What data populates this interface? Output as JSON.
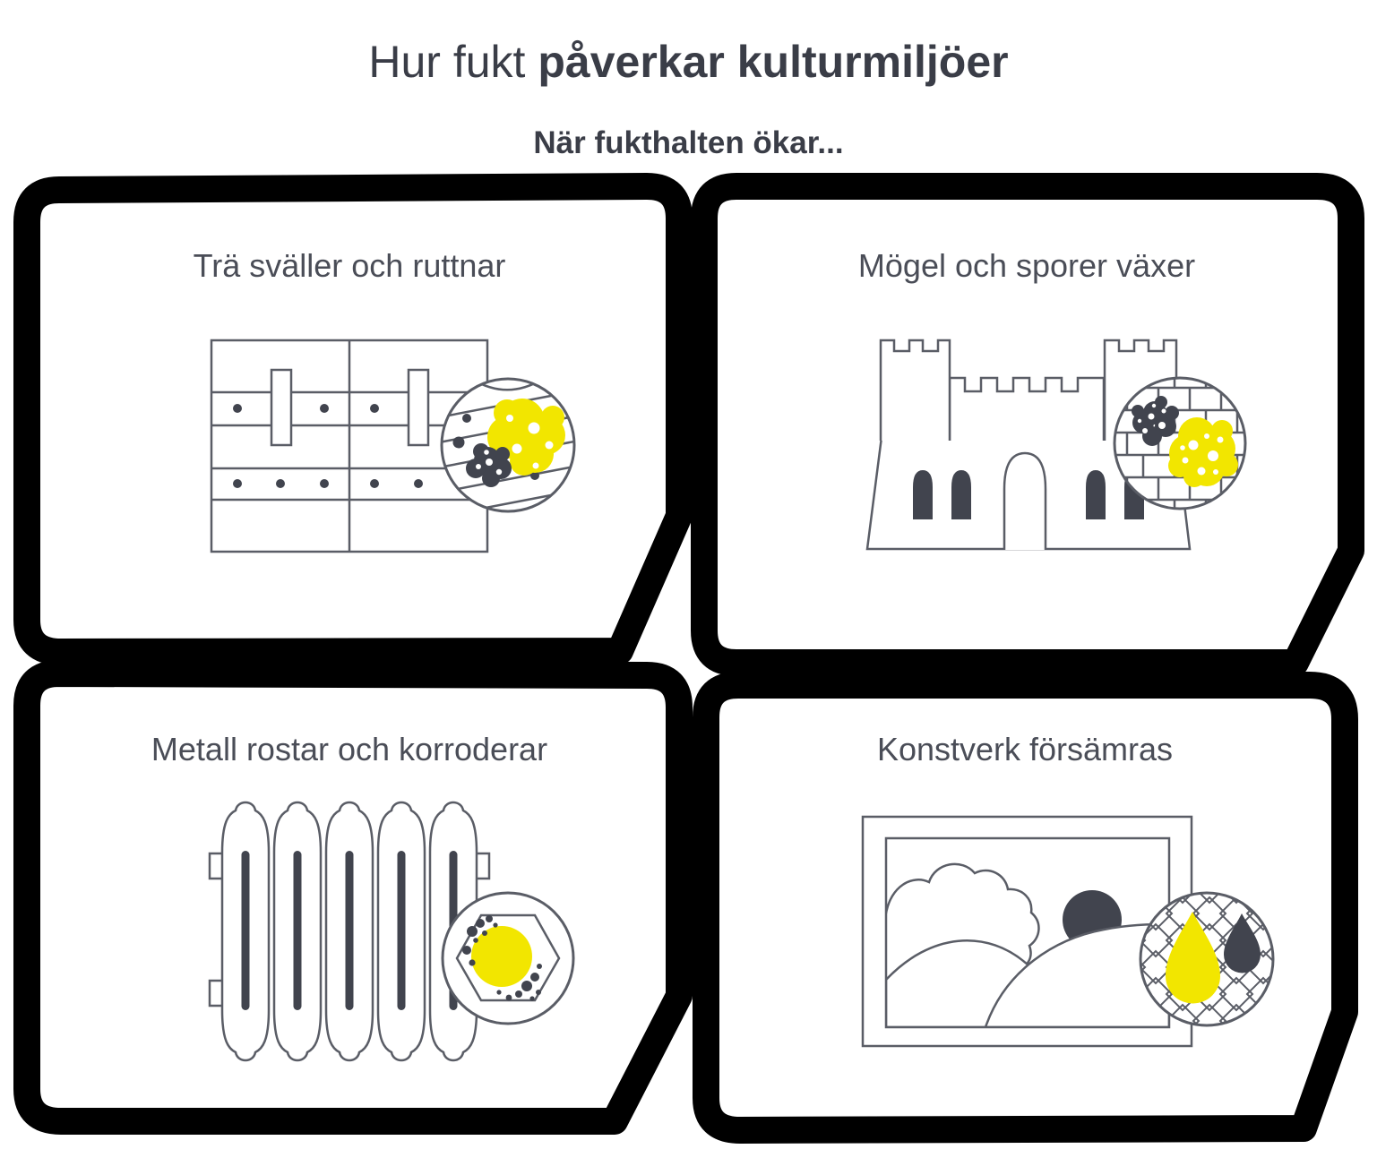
{
  "header": {
    "title_light": "Hur fukt",
    "title_bold": "påverkar kulturmiljöer",
    "subtitle": "När fukthalten ökar..."
  },
  "panels": [
    {
      "id": "wood",
      "label": "Trä sväller och ruttnar",
      "illustration": "wood-door-with-mold-magnifier"
    },
    {
      "id": "mold",
      "label": "Mögel och sporer växer",
      "illustration": "castle-with-mold-magnifier"
    },
    {
      "id": "metal",
      "label": "Metall rostar och korroderar",
      "illustration": "radiator-with-rust-magnifier"
    },
    {
      "id": "art",
      "label": "Konstverk försämras",
      "illustration": "framed-painting-with-moisture-magnifier"
    }
  ],
  "colors": {
    "background": "#ffffff",
    "panel_border": "#000000",
    "accent_yellow": "#f2e600",
    "ink_dark": "#41444e",
    "line_gray": "#5a5d66",
    "title_color": "#3a3d47",
    "label_color": "#4a4d57"
  }
}
